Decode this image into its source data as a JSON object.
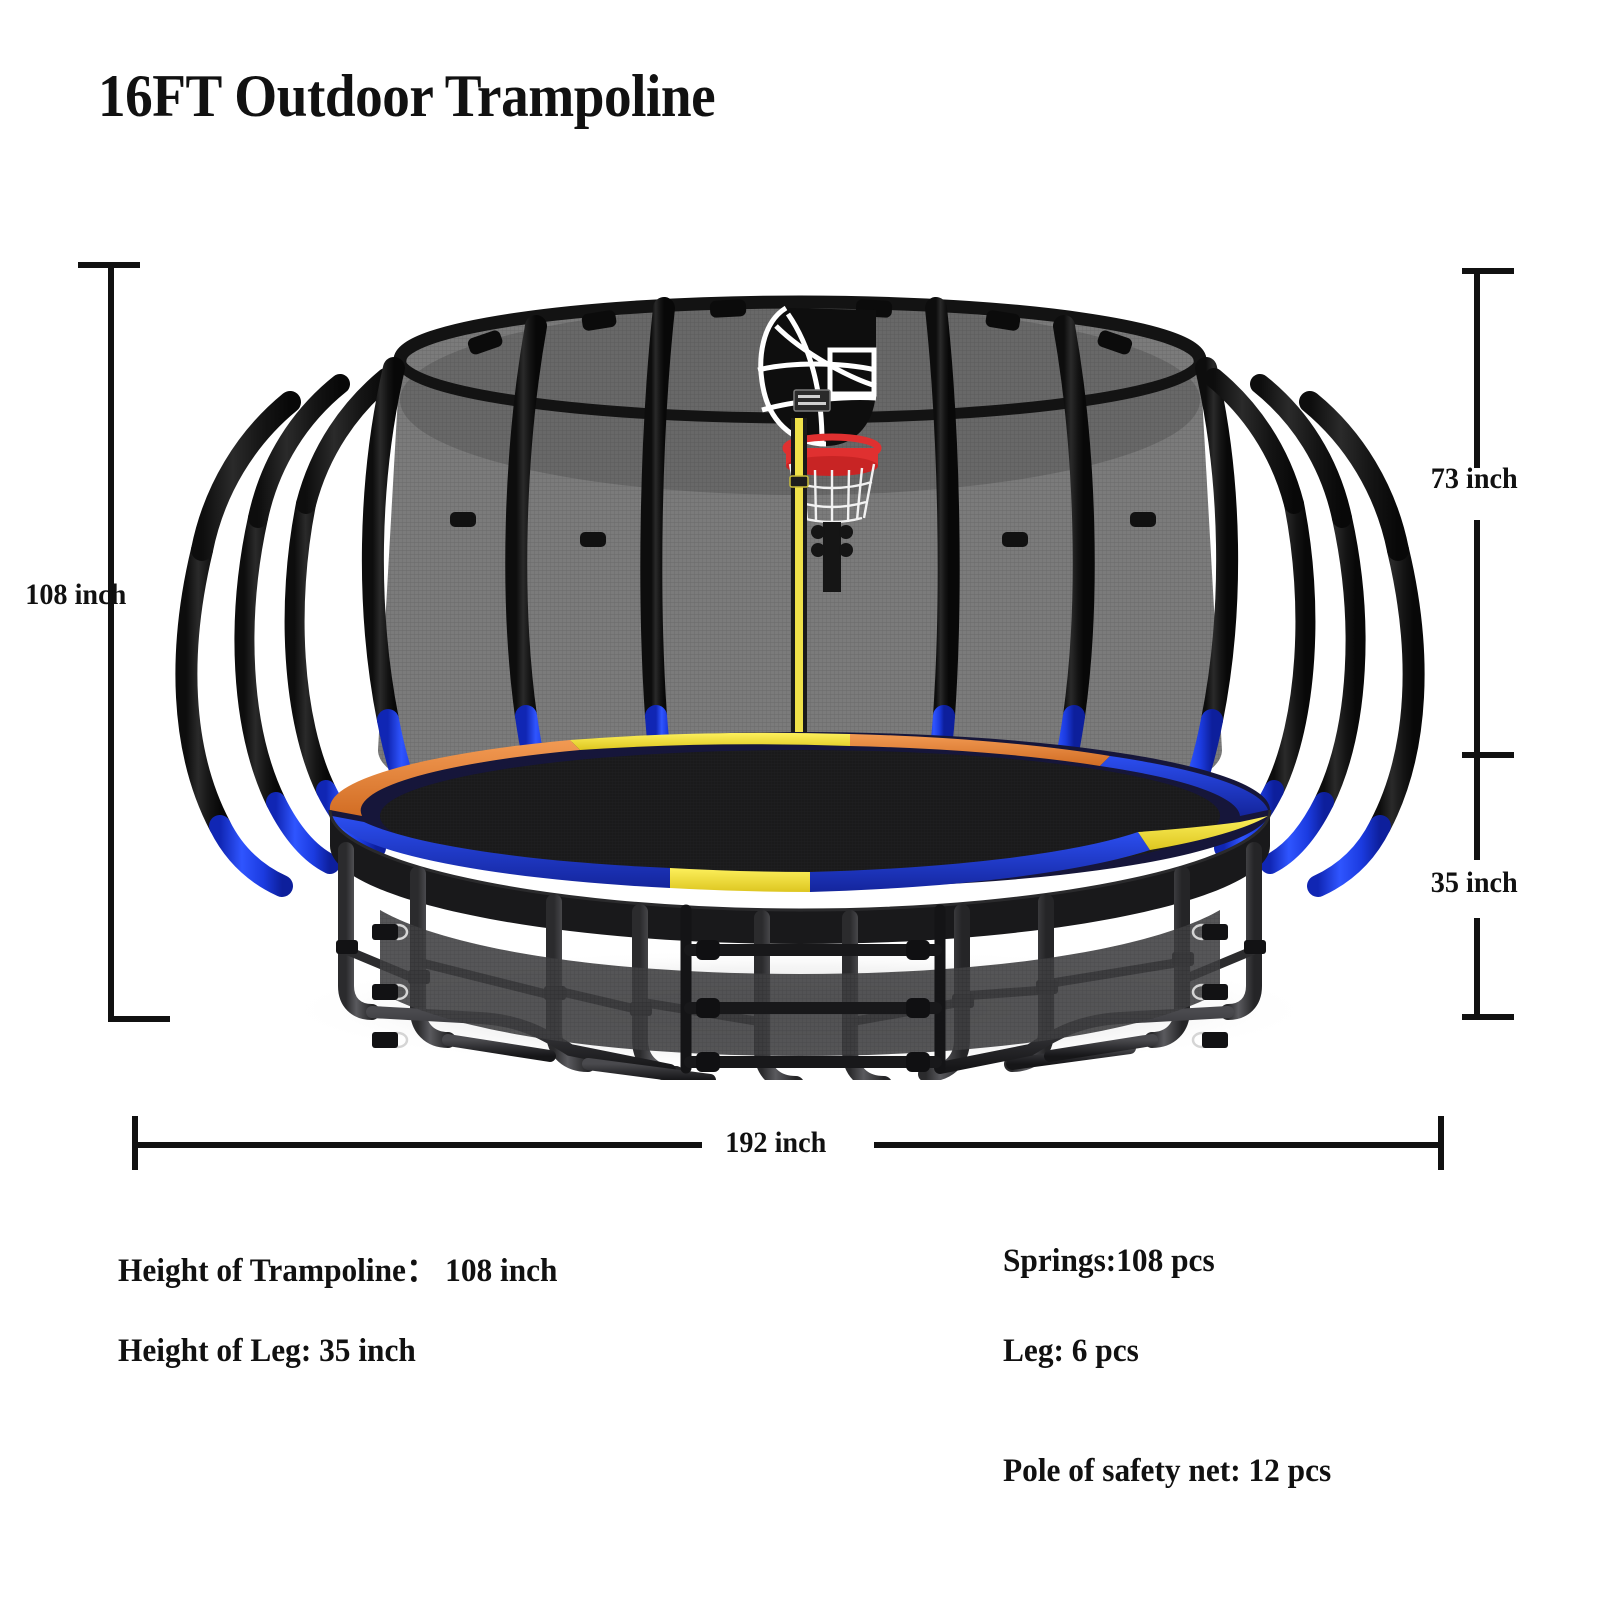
{
  "title": "16FT Outdoor Trampoline",
  "dimensions": {
    "overall_height": "108 inch",
    "enclosure_height": "73 inch",
    "leg_height": "35 inch",
    "width": "192 inch"
  },
  "specs_left": [
    {
      "label": "Height of Trampoline：",
      "value": "108 inch",
      "text": "Height of Trampoline：  108 inch"
    },
    {
      "label": "Height of Leg:",
      "value": "35 inch",
      "text": "Height of Leg: 35 inch"
    }
  ],
  "specs_right": [
    {
      "label": "Springs:",
      "value": "108 pcs",
      "text": "Springs:108 pcs"
    },
    {
      "label": "Leg:",
      "value": "6 pcs",
      "text": "Leg: 6 pcs"
    },
    {
      "label": "Pole of safety net:",
      "value": "12 pcs",
      "text": "Pole of safety net: 12 pcs"
    }
  ],
  "product": {
    "type": "round outdoor trampoline with safety enclosure",
    "accessories": [
      "basketball-hoop",
      "ladder",
      "zipper-door",
      "frame-skirt"
    ],
    "pole_count": 12,
    "leg_count": 6,
    "spring_count": 108
  },
  "colors": {
    "background": "#ffffff",
    "text": "#111111",
    "pole_upper": "#1a1a1a",
    "pole_lower": "#1d3fe8",
    "pad_blue": "#1f3fd8",
    "pad_yellow": "#f2e43a",
    "pad_orange": "#e8833a",
    "net_mesh": "#7d7d7d",
    "jump_mat": "#1b1b1b",
    "frame": "#3a3a3c",
    "hoop_rim": "#e03030",
    "hoop_net": "#f5f5f5",
    "zipper": "#f0e24a",
    "zipper_pull": "#e22020"
  },
  "icons": {
    "basketball_hoop": "basketball-hoop-icon",
    "ladder": "ladder-icon",
    "zipper": "zipper-icon"
  }
}
